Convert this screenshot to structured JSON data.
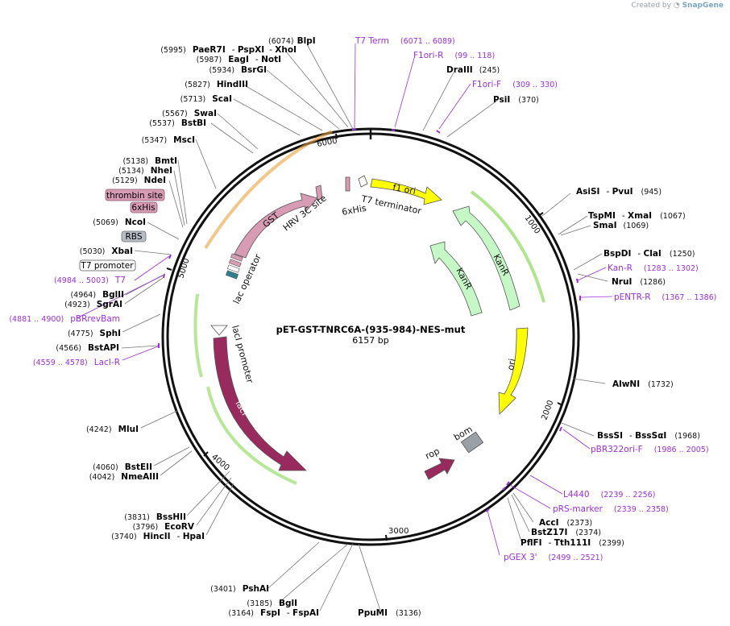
{
  "credit": {
    "prefix": "Created by",
    "brand": "SnapGene"
  },
  "plasmid": {
    "name": "pET-GST-TNRC6A-(935-984)-NES-mut",
    "length": "6157 bp"
  },
  "ticks": [
    "1000",
    "2000",
    "3000",
    "4000",
    "5000",
    "6000"
  ],
  "sites_right": [
    {
      "name": "BlpI",
      "pos": "(6074)"
    },
    {
      "name": "DraIII",
      "pos": "(245)"
    },
    {
      "name": "PsiI",
      "pos": "(370)"
    },
    {
      "name": "AsiSI",
      "name2": "PvuI",
      "pos": "(945)"
    },
    {
      "name": "TspMI",
      "name2": "XmaI",
      "pos": "(1067)"
    },
    {
      "name": "SmaI",
      "pos": "(1069)"
    },
    {
      "name": "BspDI",
      "name2": "ClaI",
      "pos": "(1250)"
    },
    {
      "name": "NruI",
      "pos": "(1286)"
    },
    {
      "name": "AlwNI",
      "pos": "(1732)"
    },
    {
      "name": "BssSI",
      "name2": "BssSαI",
      "pos": "(1968)"
    },
    {
      "name": "AccI",
      "pos": "(2373)"
    },
    {
      "name": "BstZ17I",
      "pos": "(2374)"
    },
    {
      "name": "PflFI",
      "name2": "Tth111I",
      "pos": "(2399)"
    },
    {
      "name": "PpuMI",
      "pos": "(3136)"
    }
  ],
  "sites_left": [
    {
      "name": "PaeR7I",
      "name2": "PspXI",
      "name3": "XhoI",
      "pos": "(5995)"
    },
    {
      "name": "EagI",
      "name2": "NotI",
      "pos": "(5987)"
    },
    {
      "name": "BsrGI",
      "pos": "(5934)"
    },
    {
      "name": "HindIII",
      "pos": "(5827)"
    },
    {
      "name": "ScaI",
      "pos": "(5713)"
    },
    {
      "name": "SwaI",
      "pos": "(5567)"
    },
    {
      "name": "BstBI",
      "pos": "(5537)"
    },
    {
      "name": "MscI",
      "pos": "(5347)"
    },
    {
      "name": "BmtI",
      "pos": "(5138)"
    },
    {
      "name": "NheI",
      "pos": "(5134)"
    },
    {
      "name": "NdeI",
      "pos": "(5129)"
    },
    {
      "name": "NcoI",
      "pos": "(5069)"
    },
    {
      "name": "XbaI",
      "pos": "(5030)"
    },
    {
      "name": "BglII",
      "pos": "(4964)"
    },
    {
      "name": "SgrAI",
      "pos": "(4923)"
    },
    {
      "name": "SphI",
      "pos": "(4775)"
    },
    {
      "name": "BstAPI",
      "pos": "(4566)"
    },
    {
      "name": "MluI",
      "pos": "(4242)"
    },
    {
      "name": "BstEII",
      "pos": "(4060)"
    },
    {
      "name": "NmeAIII",
      "pos": "(4042)"
    },
    {
      "name": "BssHII",
      "pos": "(3831)"
    },
    {
      "name": "EcoRV",
      "pos": "(3796)"
    },
    {
      "name": "HincII",
      "name2": "HpaI",
      "pos": "(3740)"
    },
    {
      "name": "PshAI",
      "pos": "(3401)"
    },
    {
      "name": "BglI",
      "pos": "(3185)"
    },
    {
      "name": "FspI",
      "name2": "FspAI",
      "pos": "(3164)"
    }
  ],
  "primers": [
    {
      "name": "T7 Term",
      "range": "(6071 .. 6089)"
    },
    {
      "name": "F1ori-R",
      "range": "(99 .. 118)"
    },
    {
      "name": "F1ori-F",
      "range": "(309 .. 330)"
    },
    {
      "name": "Kan-R",
      "range": "(1283 .. 1302)"
    },
    {
      "name": "pENTR-R",
      "range": "(1367 .. 1386)"
    },
    {
      "name": "pBR322ori-F",
      "range": "(1986 .. 2005)"
    },
    {
      "name": "L4440",
      "range": "(2239 .. 2256)"
    },
    {
      "name": "pRS-marker",
      "range": "(2339 .. 2358)"
    },
    {
      "name": "pGEX 3'",
      "range": "(2499 .. 2521)"
    },
    {
      "name": "T7",
      "range": "(4984 .. 5003)"
    },
    {
      "name": "pBRrevBam",
      "range": "(4881 .. 4900)"
    },
    {
      "name": "LacI-R",
      "range": "(4559 .. 4578)"
    }
  ],
  "boxed_features": [
    "thrombin site",
    "6xHis",
    "RBS",
    "T7 promoter"
  ],
  "features": {
    "f1_ori": "f1 ori",
    "kanR_outer": "KanR",
    "kanR_inner": "KanR",
    "ori": "ori",
    "bom": "bom",
    "rop": "rop",
    "lacI": "lacI",
    "lacI_promoter": "lacI promoter",
    "lac_operator": "lac operator",
    "GST": "GST",
    "HRV_3C": "HRV 3C site",
    "his_inner": "6xHis",
    "T7_terminator": "T7 terminator"
  },
  "colors": {
    "primer": "#9b30d9",
    "f1_ori": "#ffff00",
    "kanR": "#c6f7c6",
    "lacI": "#992a5e",
    "GST": "#d79bb3",
    "lac_operator": "#2f7f8f",
    "bom": "#9aa0a6",
    "orf_highlight": "#6fcf2f",
    "gst_orf": "#e8a33a"
  }
}
